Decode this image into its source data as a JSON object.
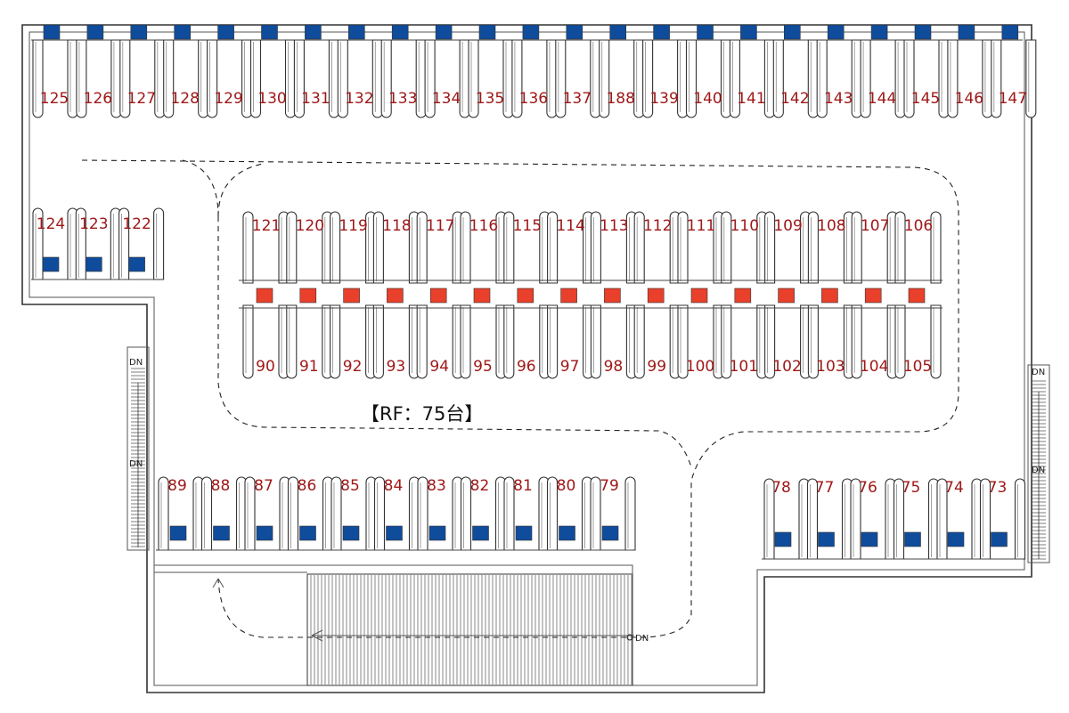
{
  "title": "【RF：75台】",
  "colors": {
    "wall": "#333333",
    "number": "#a01818",
    "marker_blue": "#0f4c9c",
    "marker_red": "#e8402a"
  },
  "stair_labels": [
    "DN",
    "DN",
    "DN",
    "DN"
  ],
  "ramp_label": "DN",
  "rows": {
    "top": [
      "125",
      "126",
      "127",
      "128",
      "129",
      "130",
      "131",
      "132",
      "133",
      "134",
      "135",
      "136",
      "137",
      "188",
      "139",
      "140",
      "141",
      "142",
      "143",
      "144",
      "145",
      "146",
      "147"
    ],
    "left_upper": [
      "124",
      "123",
      "122"
    ],
    "center_upper": [
      "121",
      "120",
      "119",
      "118",
      "117",
      "116",
      "115",
      "114",
      "113",
      "112",
      "111",
      "110",
      "109",
      "108",
      "107",
      "106"
    ],
    "center_lower": [
      "90",
      "91",
      "92",
      "93",
      "94",
      "95",
      "96",
      "97",
      "98",
      "99",
      "100",
      "101",
      "102",
      "103",
      "104",
      "105"
    ],
    "bottom_left": [
      "89",
      "88",
      "87",
      "86",
      "85",
      "84",
      "83",
      "82",
      "81",
      "80",
      "79"
    ],
    "bottom_right": [
      "78",
      "77",
      "76",
      "75",
      "74",
      "73"
    ]
  }
}
